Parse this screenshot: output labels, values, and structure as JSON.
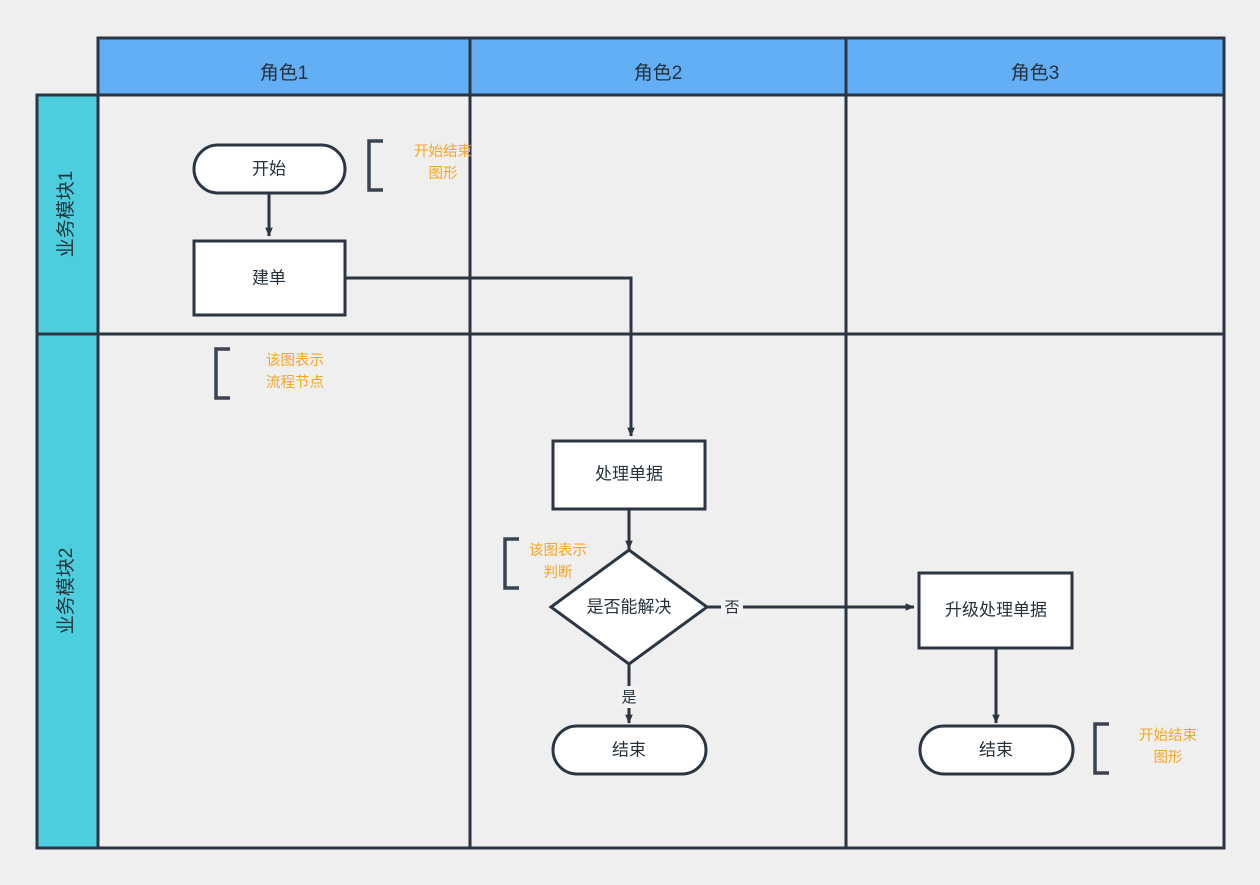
{
  "diagram": {
    "type": "swimlane-flowchart",
    "background_color": "#efefef",
    "border_color": "#2c3642",
    "lane_cell_color": "#efefef",
    "column_header_color": "#62aff5",
    "row_header_color": "#4ccede",
    "node_fill": "#ffffff",
    "note_color": "#f5a623",
    "columns": [
      {
        "id": "col1",
        "label": "角色1"
      },
      {
        "id": "col2",
        "label": "角色2"
      },
      {
        "id": "col3",
        "label": "角色3"
      }
    ],
    "rows": [
      {
        "id": "row1",
        "label": "业务模块1"
      },
      {
        "id": "row2",
        "label": "业务模块2"
      }
    ],
    "nodes": [
      {
        "id": "n1",
        "label": "开始",
        "shape": "terminator",
        "column": "角色1",
        "row": "业务模块1"
      },
      {
        "id": "n2",
        "label": "建单",
        "shape": "process",
        "column": "角色1",
        "row": "业务模块1"
      },
      {
        "id": "n3",
        "label": "处理单据",
        "shape": "process",
        "column": "角色2",
        "row": "业务模块2"
      },
      {
        "id": "n4",
        "label": "是否能解决",
        "shape": "decision",
        "column": "角色2",
        "row": "业务模块2"
      },
      {
        "id": "n5",
        "label": "结束",
        "shape": "terminator",
        "column": "角色2",
        "row": "业务模块2"
      },
      {
        "id": "n6",
        "label": "升级处理单据",
        "shape": "process",
        "column": "角色3",
        "row": "业务模块2"
      },
      {
        "id": "n7",
        "label": "结束",
        "shape": "terminator",
        "column": "角色3",
        "row": "业务模块2"
      }
    ],
    "edges": [
      {
        "id": "e1",
        "from": "开始",
        "to": "建单",
        "label": ""
      },
      {
        "id": "e2",
        "from": "建单",
        "to": "处理单据",
        "label": ""
      },
      {
        "id": "e3",
        "from": "处理单据",
        "to": "是否能解决",
        "label": ""
      },
      {
        "id": "e4",
        "from": "是否能解决",
        "to": "结束",
        "label": "是"
      },
      {
        "id": "e5",
        "from": "是否能解决",
        "to": "升级处理单据",
        "label": "否"
      },
      {
        "id": "e6",
        "from": "升级处理单据",
        "to": "结束",
        "label": ""
      }
    ],
    "edge_labels": {
      "yes": "是",
      "no": "否"
    },
    "annotations": [
      {
        "id": "a1",
        "lines": [
          "开始结束",
          "图形"
        ],
        "target": "开始"
      },
      {
        "id": "a2",
        "lines": [
          "该图表示",
          "流程节点"
        ],
        "target": "建单"
      },
      {
        "id": "a3",
        "lines": [
          "该图表示",
          "判断"
        ],
        "target": "是否能解决"
      },
      {
        "id": "a4",
        "lines": [
          "开始结束",
          "图形"
        ],
        "target": "结束"
      }
    ]
  }
}
